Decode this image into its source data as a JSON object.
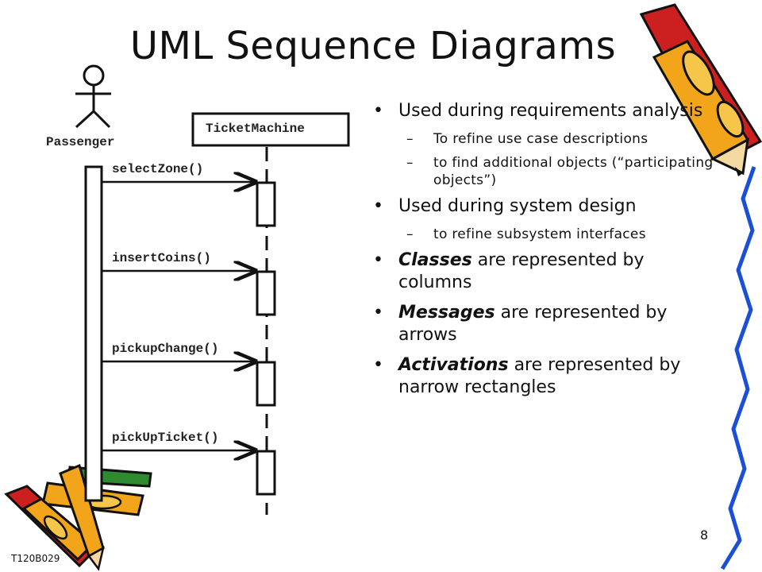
{
  "slide": {
    "title": "UML Sequence Diagrams",
    "slide_number": "8",
    "footer_code": "T120B029"
  },
  "diagram": {
    "actor": "Passenger",
    "object": "TicketMachine",
    "messages": [
      "selectZone()",
      "insertCoins()",
      "pickupChange()",
      "pickUpTicket()"
    ]
  },
  "bullets": {
    "b1": "Used during requirements analysis",
    "b1_sub1": "To refine use case descriptions",
    "b1_sub2": "to find additional objects (“participating objects”)",
    "b2": "Used during system design",
    "b2_sub1": "to refine subsystem interfaces",
    "b3_em": "Classes",
    "b3_rest": " are represented by columns",
    "b4_em": "Messages",
    "b4_rest": " are represented by arrows",
    "b5_em": "Activations",
    "b5_rest": " are represented by narrow rectangles"
  },
  "decor_icons": [
    "pencil-icon",
    "pencils-icon",
    "ribbon-squiggle-icon"
  ]
}
